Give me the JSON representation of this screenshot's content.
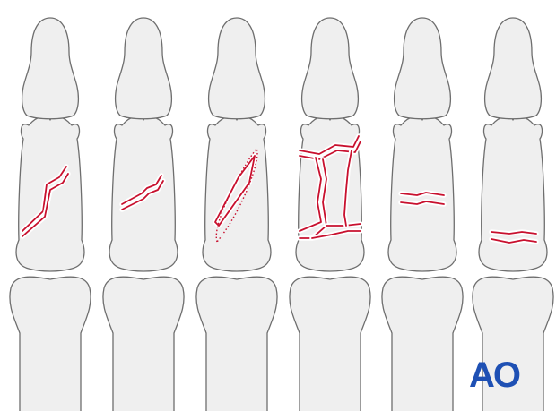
{
  "diagram": {
    "colors": {
      "background": "#ffffff",
      "bone_fill": "#efefef",
      "bone_outline": "#6e6e6e",
      "fracture_line": "#c8102e",
      "logo": "#1e50b4"
    },
    "fingers": [
      {
        "fracture_type": "long oblique"
      },
      {
        "fracture_type": "short oblique"
      },
      {
        "fracture_type": "spiral / oblique with butterfly fragment"
      },
      {
        "fracture_type": "multifragmentary"
      },
      {
        "fracture_type": "transverse shaft"
      },
      {
        "fracture_type": "transverse base"
      }
    ]
  },
  "logo": {
    "text": "AO"
  }
}
